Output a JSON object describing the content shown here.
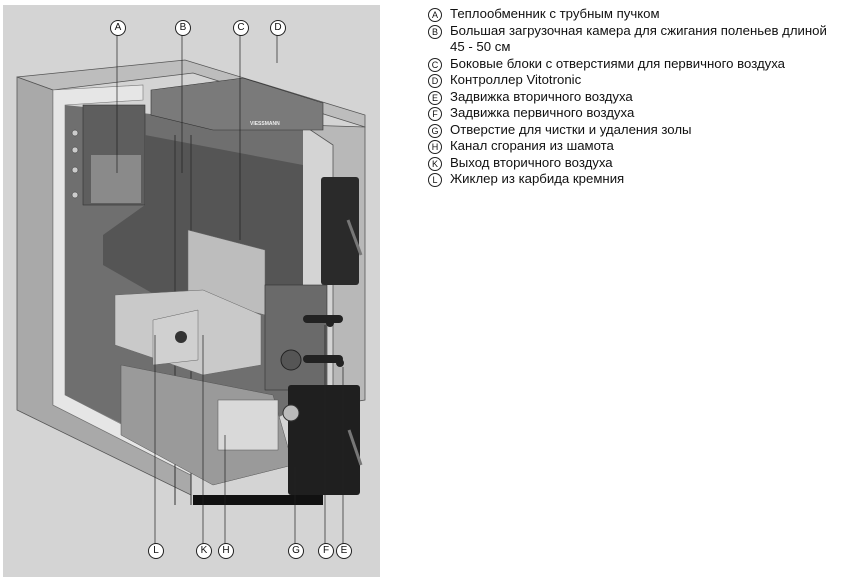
{
  "figure": {
    "brand_label": "VIESSMANN",
    "callouts": [
      "A",
      "B",
      "C",
      "D",
      "E",
      "F",
      "G",
      "H",
      "K",
      "L"
    ]
  },
  "legend": [
    {
      "key": "A",
      "text": "Теплообменник с трубным пучком"
    },
    {
      "key": "B",
      "text": "Большая загрузочная камера для сжигания поленьев длиной 45 - 50 см"
    },
    {
      "key": "C",
      "text": "Боковые блоки с отверстиями для первичного воздуха"
    },
    {
      "key": "D",
      "text": "Контроллер Vitotronic"
    },
    {
      "key": "E",
      "text": "Задвижка вторичного воздуха"
    },
    {
      "key": "F",
      "text": "Задвижка первичного воздуха"
    },
    {
      "key": "G",
      "text": "Отверстие для чистки и удаления золы"
    },
    {
      "key": "H",
      "text": "Канал сгорания из шамота"
    },
    {
      "key": "K",
      "text": "Выход вторичного воздуха"
    },
    {
      "key": "L",
      "text": "Жиклер из карбида кремния"
    }
  ]
}
